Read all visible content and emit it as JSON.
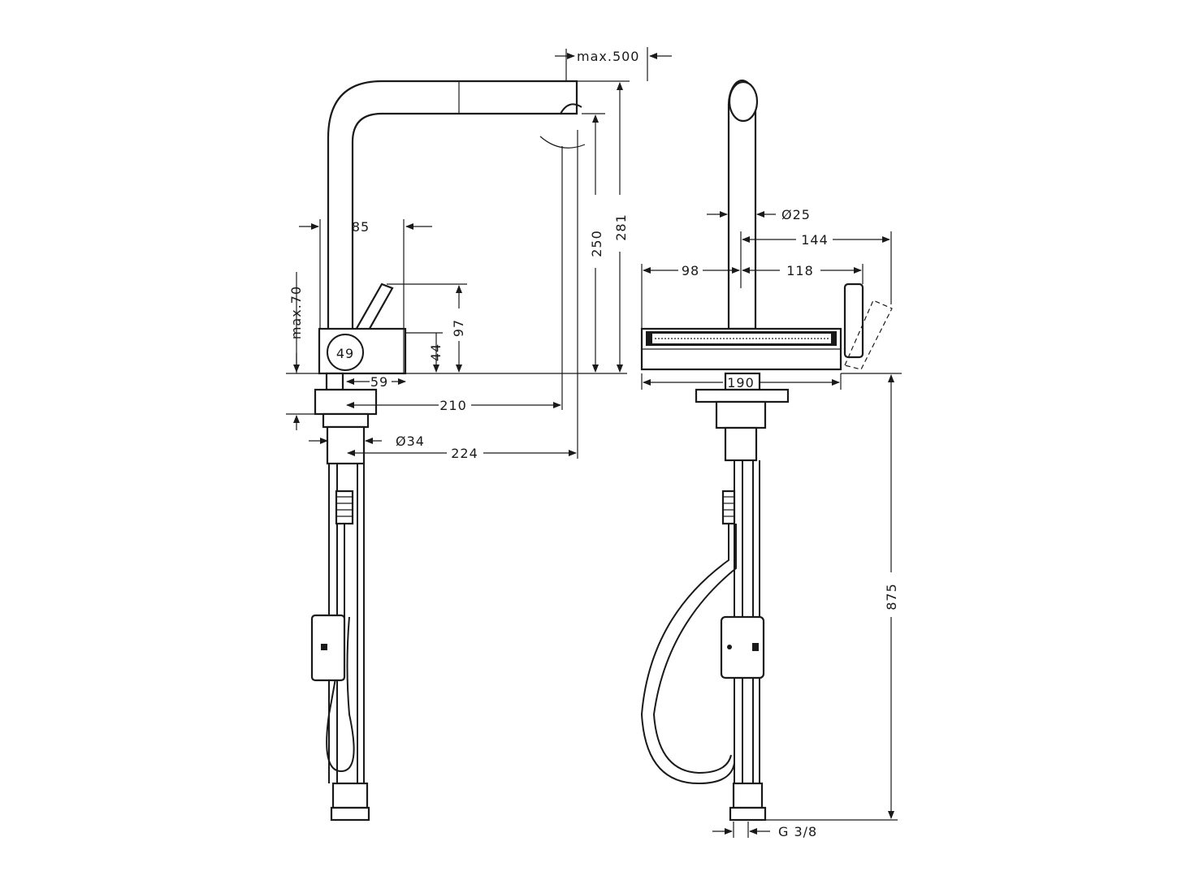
{
  "colors": {
    "line": "#1a1a1a",
    "background": "#ffffff"
  },
  "dimensions": {
    "max_500": "max.500",
    "d250": "250",
    "d281": "281",
    "d85": "85",
    "max_70": "max.70",
    "d97": "97",
    "d44": "44",
    "d49": "49",
    "d59": "59",
    "d210": "210",
    "d34": "Ø34",
    "d224": "224",
    "d25": "Ø25",
    "d144": "144",
    "d98": "98",
    "d118": "118",
    "d190": "190",
    "d875": "875",
    "g38": "G 3/8"
  }
}
